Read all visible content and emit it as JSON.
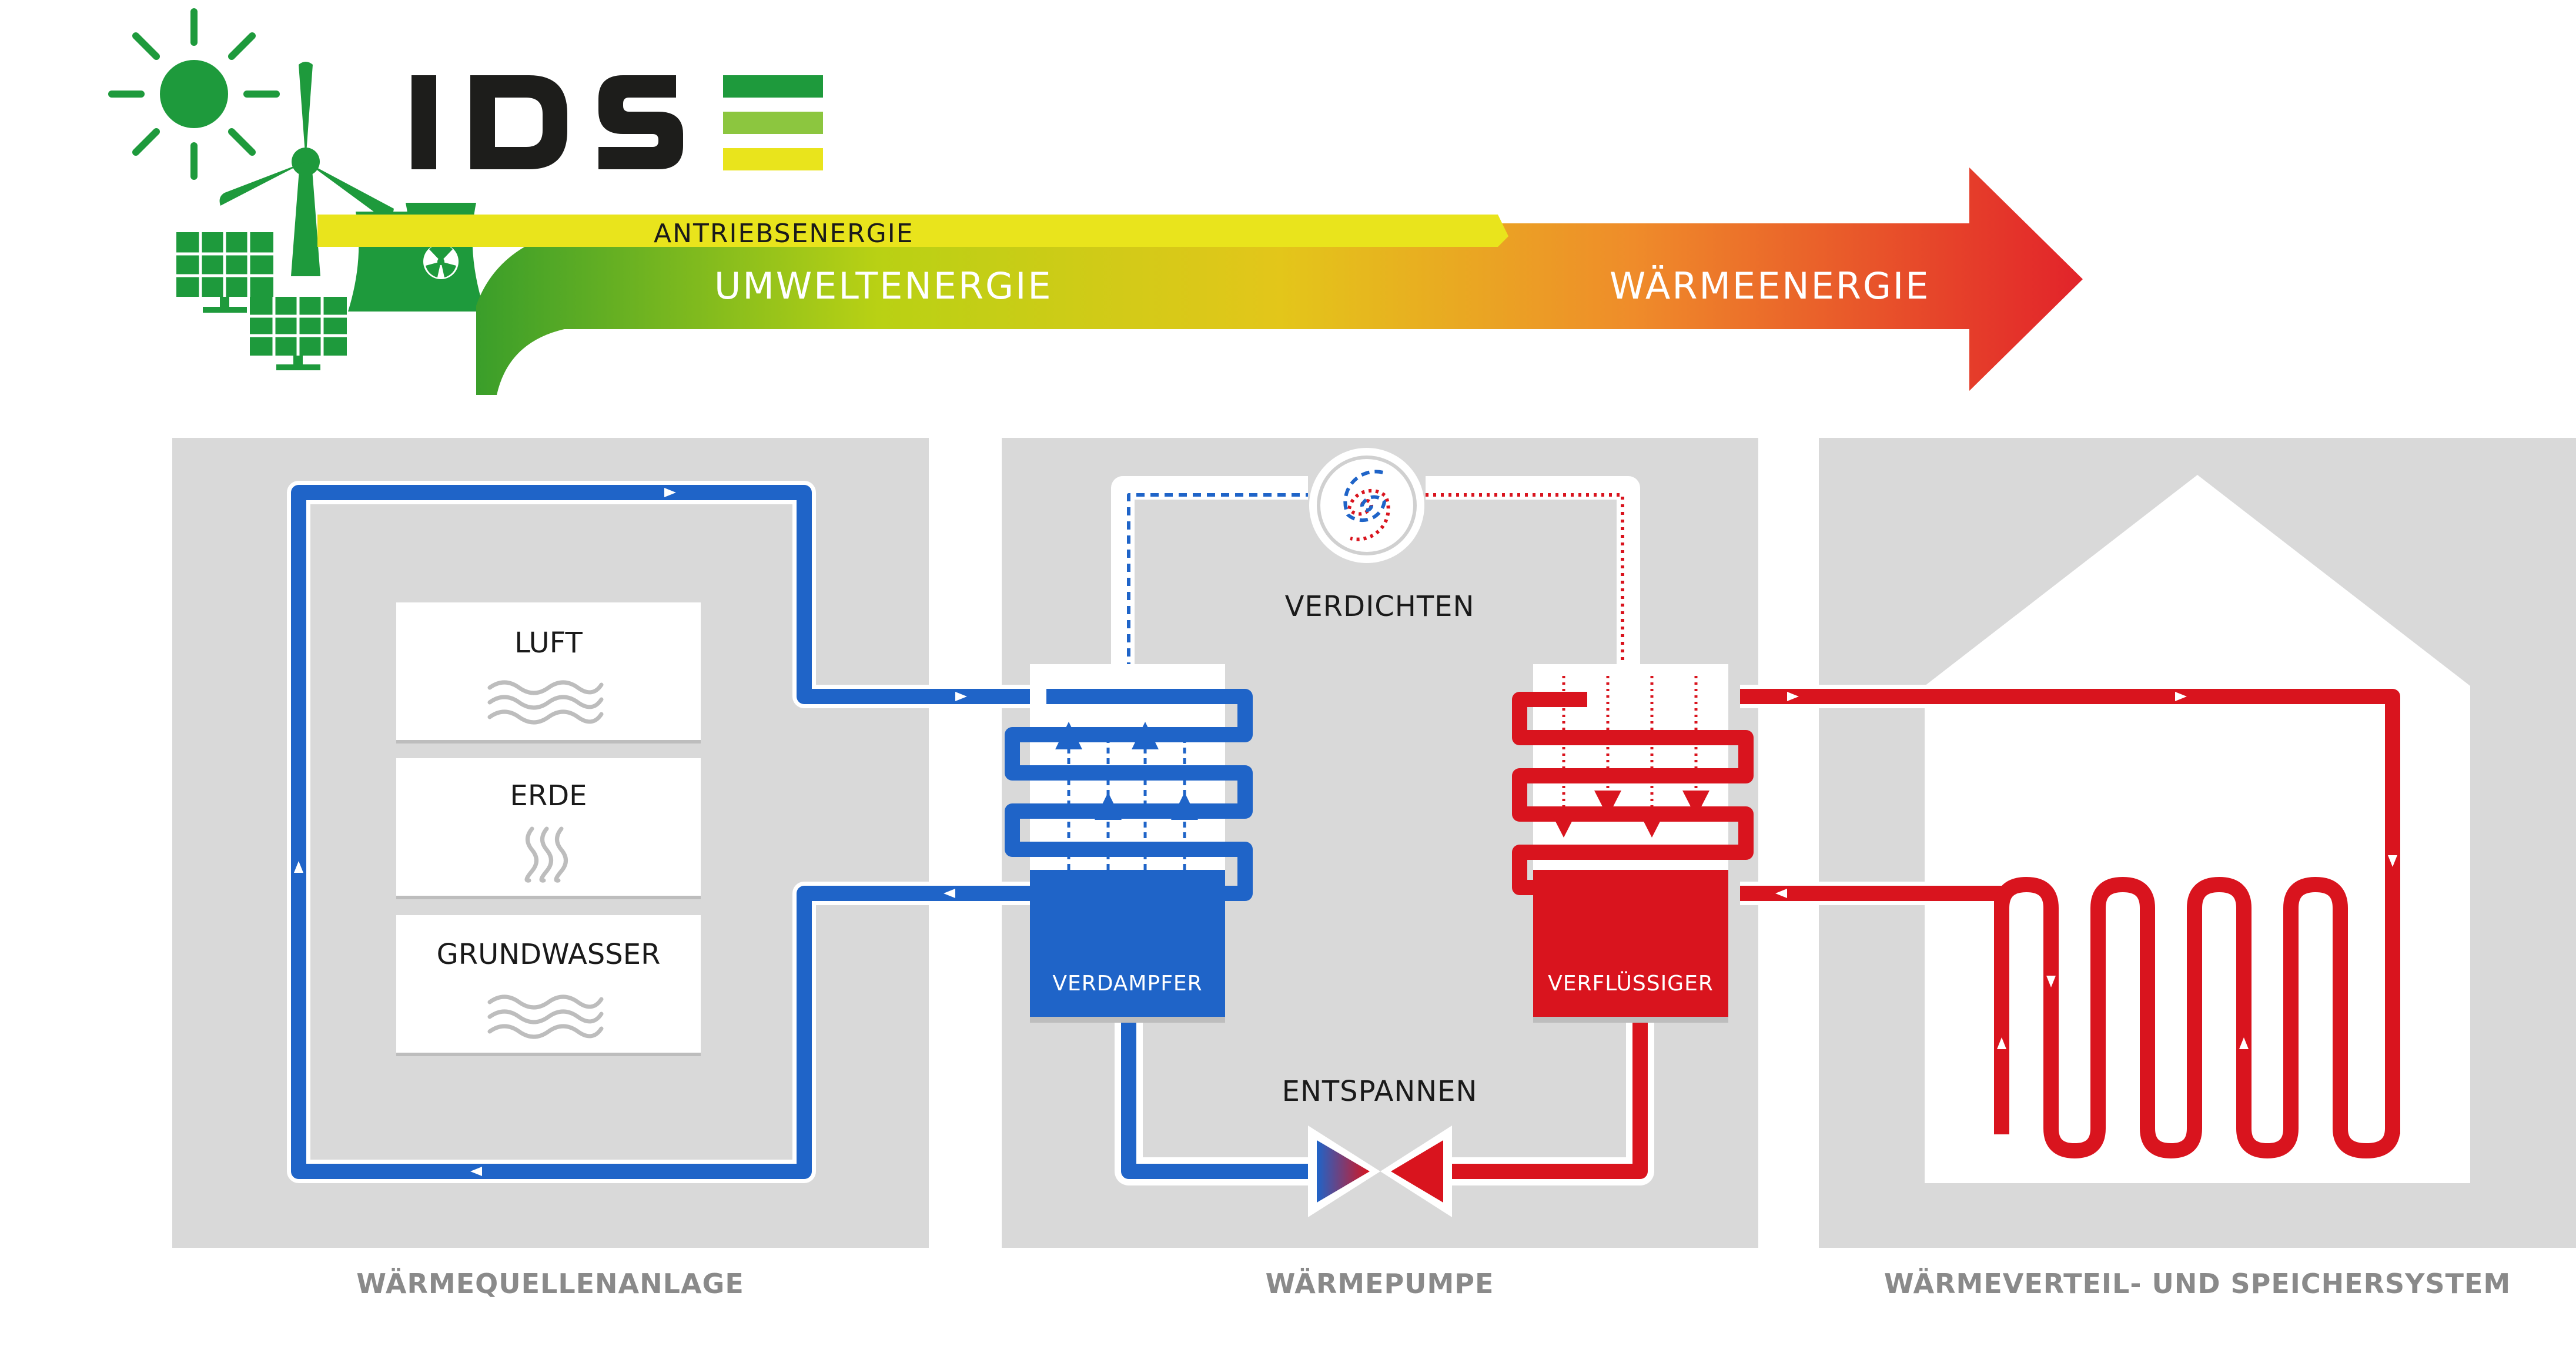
{
  "brand": {
    "logo_text": "IDS"
  },
  "energy_arrow": {
    "drive_energy": "ANTRIEBSENERGIE",
    "environment_energy": "UMWELTENERGIE",
    "heat_energy": "WÄRMEENERGIE"
  },
  "panels": {
    "heat_source": "WÄRMEQUELLENANLAGE",
    "heat_pump": "WÄRMEPUMPE",
    "distribution": "WÄRMEVERTEIL- UND SPEICHERSYSTEM"
  },
  "sources": {
    "air": "LUFT",
    "earth": "ERDE",
    "groundwater": "GRUNDWASSER"
  },
  "heat_pump": {
    "compress": "VERDICHTEN",
    "expand": "ENTSPANNEN",
    "evaporator": "VERDAMPFER",
    "condenser": "VERFLÜSSIGER"
  },
  "colors": {
    "blue": "#1f64c8",
    "red": "#d9141e",
    "green": "#1e9a3c",
    "yellow": "#e9e41c",
    "panel": "#d9d9d9",
    "logo_dark": "#1d1d1b"
  }
}
